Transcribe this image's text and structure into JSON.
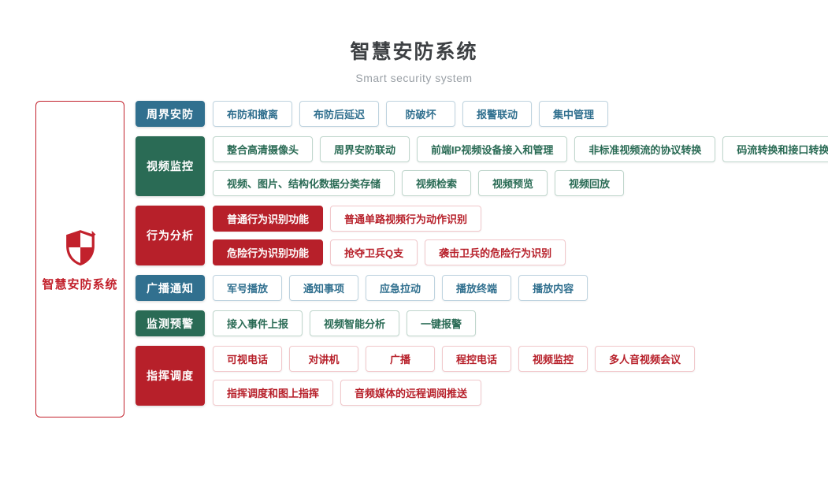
{
  "header": {
    "title": "智慧安防系统",
    "subtitle": "Smart security system"
  },
  "side_panel": {
    "icon": "shield-icon",
    "label": "智慧安防系统"
  },
  "colors": {
    "blue": {
      "main": "#31708F",
      "border": "#BED3DF"
    },
    "green": {
      "main": "#2A6B55",
      "border": "#BFD6CC"
    },
    "red": {
      "main": "#B7202A",
      "border": "#F1C8CB"
    },
    "panel_border": "#C2212C",
    "title_text": "#3D4043",
    "subtitle_text": "#9AA0A6"
  },
  "diagram": {
    "rows": [
      {
        "label": "周界安防",
        "color": "blue",
        "lines": [
          [
            {
              "text": "布防和撤离",
              "solid": false
            },
            {
              "text": "布防后延迟",
              "solid": false
            },
            {
              "text": "防破坏",
              "solid": false
            },
            {
              "text": "报警联动",
              "solid": false
            },
            {
              "text": "集中管理",
              "solid": false
            }
          ]
        ]
      },
      {
        "label": "视频监控",
        "color": "green",
        "lines": [
          [
            {
              "text": "整合高清摄像头",
              "solid": false
            },
            {
              "text": "周界安防联动",
              "solid": false
            },
            {
              "text": "前端IP视频设备接入和管理",
              "solid": false
            },
            {
              "text": "非标准视频流的协议转换",
              "solid": false
            },
            {
              "text": "码流转换和接口转换",
              "solid": false
            }
          ],
          [
            {
              "text": "视频、图片、结构化数据分类存储",
              "solid": false
            },
            {
              "text": "视频检索",
              "solid": false
            },
            {
              "text": "视频预览",
              "solid": false
            },
            {
              "text": "视频回放",
              "solid": false
            }
          ]
        ]
      },
      {
        "label": "行为分析",
        "color": "red",
        "lines": [
          [
            {
              "text": "普通行为识别功能",
              "solid": true
            },
            {
              "text": "普通单路视频行为动作识别",
              "solid": false
            }
          ],
          [
            {
              "text": "危险行为识别功能",
              "solid": true
            },
            {
              "text": "抢夺卫兵Q支",
              "solid": false
            },
            {
              "text": "袭击卫兵的危险行为识别",
              "solid": false
            }
          ]
        ]
      },
      {
        "label": "广播通知",
        "color": "blue",
        "lines": [
          [
            {
              "text": "军号播放",
              "solid": false
            },
            {
              "text": "通知事项",
              "solid": false
            },
            {
              "text": "应急拉动",
              "solid": false
            },
            {
              "text": "播放终端",
              "solid": false
            },
            {
              "text": "播放内容",
              "solid": false
            }
          ]
        ]
      },
      {
        "label": "监测预警",
        "color": "green",
        "lines": [
          [
            {
              "text": "接入事件上报",
              "solid": false
            },
            {
              "text": "视频智能分析",
              "solid": false
            },
            {
              "text": "一键报警",
              "solid": false
            }
          ]
        ]
      },
      {
        "label": "指挥调度",
        "color": "red",
        "lines": [
          [
            {
              "text": "可视电话",
              "solid": false
            },
            {
              "text": "对讲机",
              "solid": false
            },
            {
              "text": "广播",
              "solid": false
            },
            {
              "text": "程控电话",
              "solid": false
            },
            {
              "text": "视频监控",
              "solid": false
            },
            {
              "text": "多人音视频会议",
              "solid": false
            }
          ],
          [
            {
              "text": "指挥调度和图上指挥",
              "solid": false
            },
            {
              "text": "音频媒体的远程调阅推送",
              "solid": false
            }
          ]
        ]
      }
    ]
  }
}
